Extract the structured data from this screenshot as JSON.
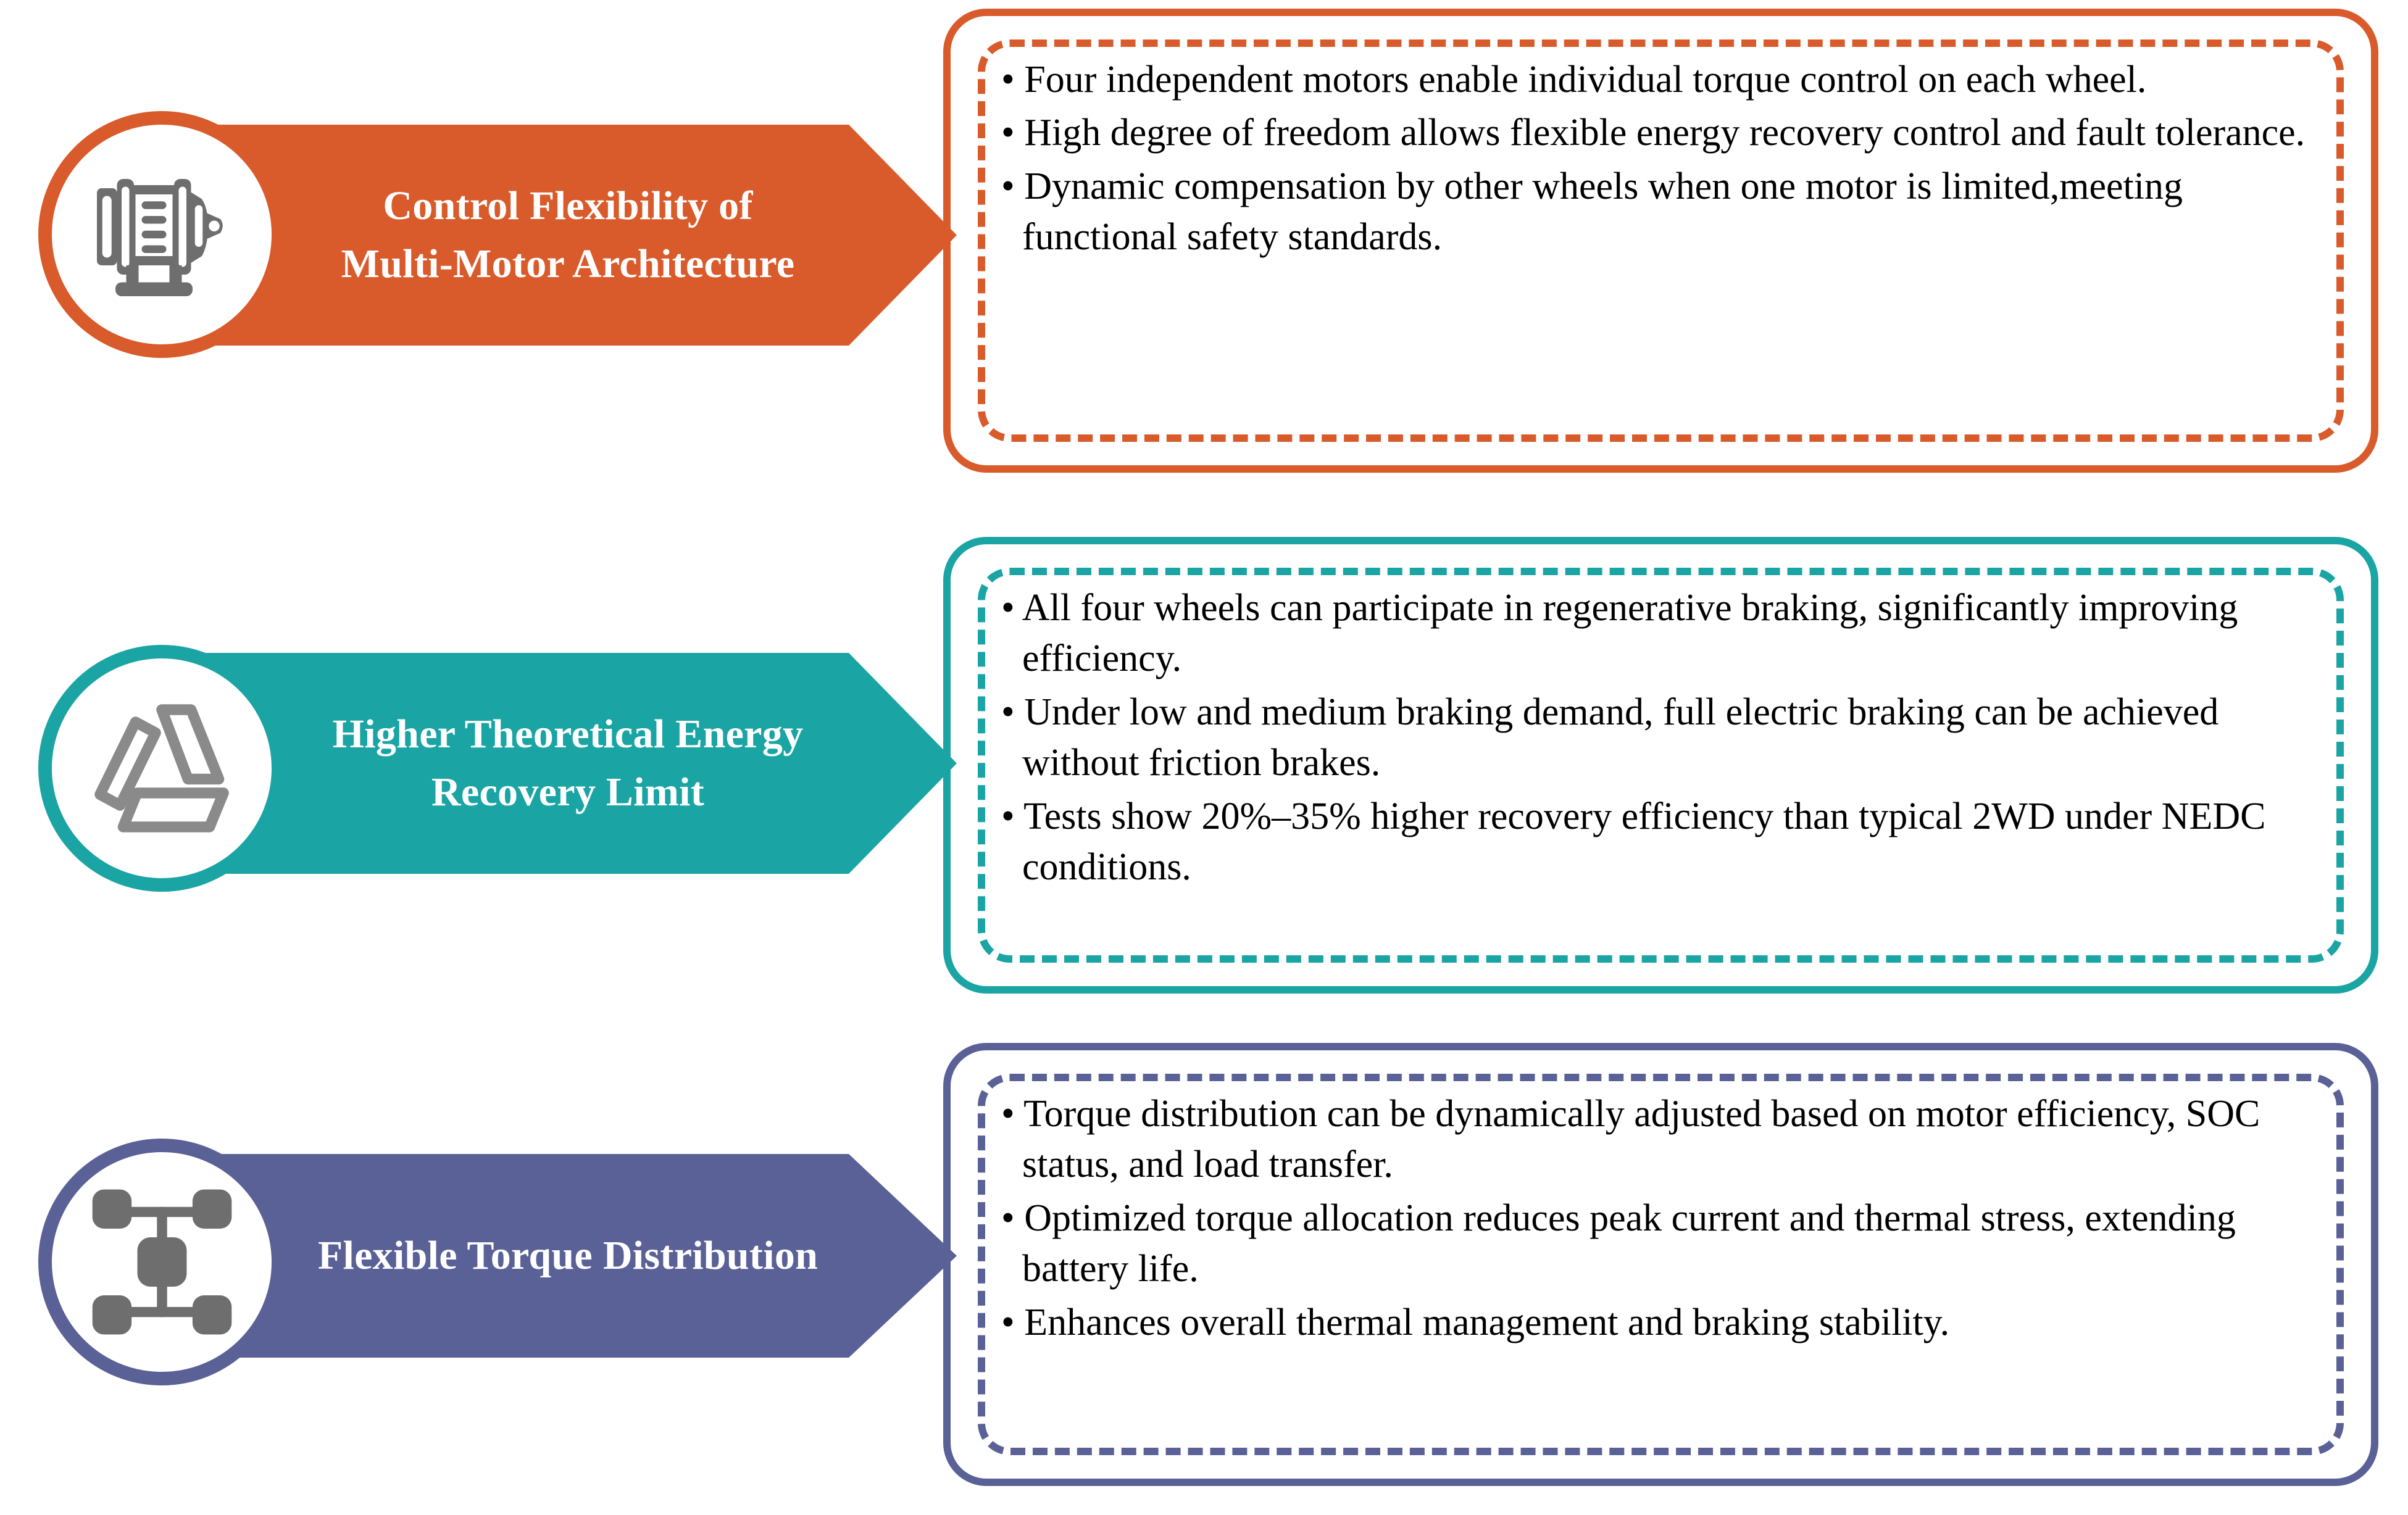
{
  "colors": {
    "orange": "#D95B2B",
    "teal": "#1BA4A4",
    "purple": "#5A6196",
    "icon_gray": "#6E6E6E",
    "text": "#000000",
    "label_text": "#FFFFFF",
    "background": "#FFFFFF"
  },
  "rows": [
    {
      "accent": "#D95B2B",
      "icon_name": "electric-motor-icon",
      "label": "Control Flexibility of\nMulti-Motor Architecture",
      "label_line_1": "Control Flexibility of",
      "label_line_2": "Multi-Motor Architecture",
      "bullets": [
        "• Four independent motors enable individual torque control on each wheel.",
        "• High degree of freedom allows flexible energy recovery control and fault tolerance.",
        "• Dynamic compensation by other wheels when one motor is limited,meeting functional safety standards."
      ]
    },
    {
      "accent": "#1BA4A4",
      "icon_name": "energy-recycle-icon",
      "label": "Higher Theoretical Energy\nRecovery Limit",
      "label_line_1": "Higher Theoretical Energy",
      "label_line_2": "Recovery Limit",
      "bullets": [
        "• All four wheels can participate in regenerative braking, significantly improving efficiency.",
        "• Under low and medium braking demand, full electric braking can be achieved without friction brakes.",
        "• Tests show 20%–35% higher recovery efficiency than typical 2WD under NEDC conditions."
      ]
    },
    {
      "accent": "#5A6196",
      "icon_name": "vehicle-chassis-icon",
      "label": "Flexible Torque Distribution",
      "label_line_1": "Flexible Torque Distribution",
      "label_line_2": "",
      "bullets": [
        "• Torque distribution can be dynamically adjusted based on motor efficiency, SOC status, and load transfer.",
        "• Optimized torque allocation reduces peak current and thermal stress, extending battery life.",
        "• Enhances overall thermal management and braking stability."
      ]
    }
  ]
}
